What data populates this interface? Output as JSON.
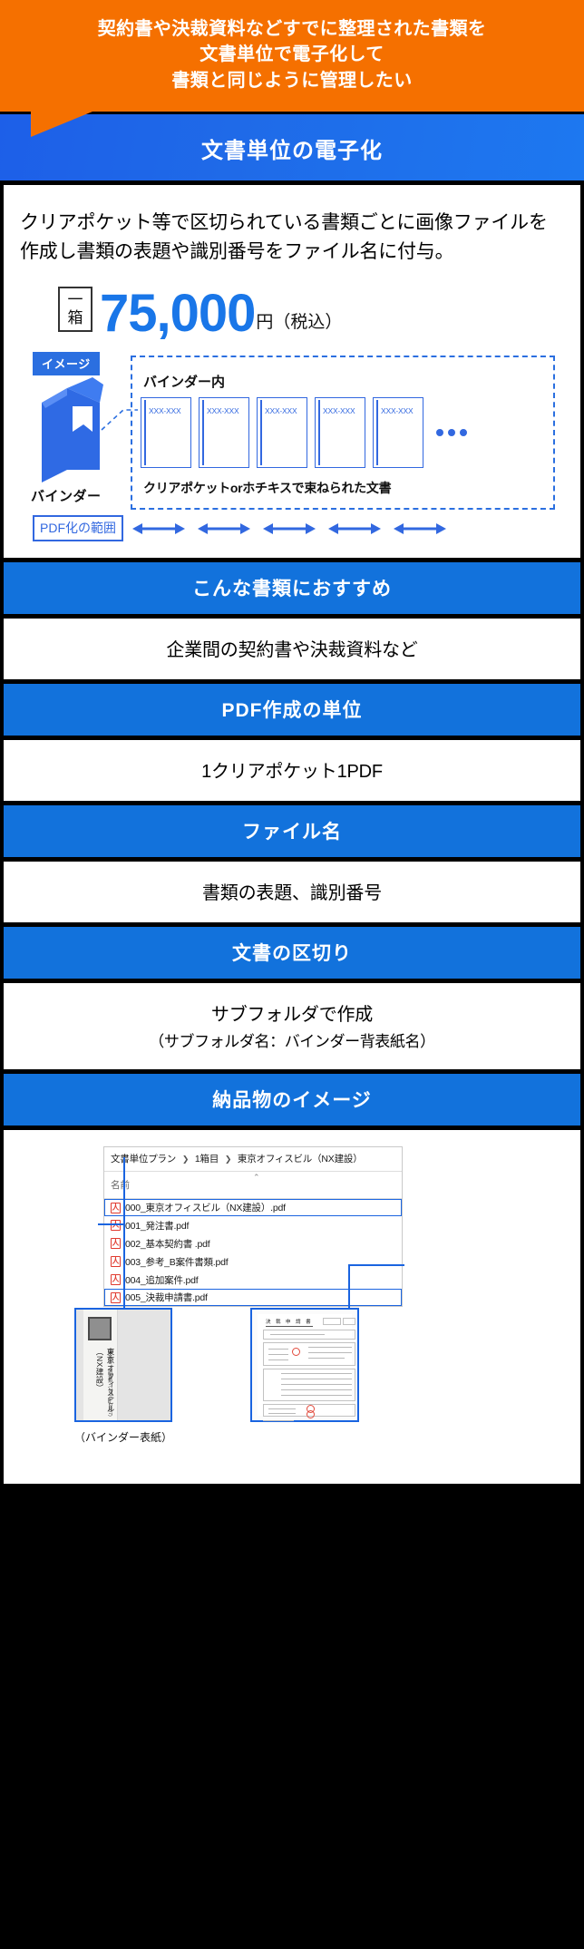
{
  "callout": {
    "lines": [
      "契約書や決裁資料などすでに整理された書類を",
      "文書単位で電子化して",
      "書類と同じように管理したい"
    ]
  },
  "banner": {
    "title": "文書単位の電子化"
  },
  "card": {
    "lead": "クリアポケット等で区切られている書類ごとに画像ファイルを作成し書類の表題や識別番号をファイル名に付与。",
    "price": {
      "badge_line1": "一",
      "badge_line2": "箱",
      "amount": "75,000",
      "unit": "円（税込）"
    },
    "diagram": {
      "image_badge": "イメージ",
      "binder_label": "バインダー",
      "inside_title": "バインダー内",
      "doc_codes": [
        "XXX-XXX",
        "XXX-XXX",
        "XXX-XXX",
        "XXX-XXX",
        "XXX-XXX"
      ],
      "caption": "クリアポケットorホチキスで束ねられた文書",
      "range_label": "PDF化の範囲",
      "arrow_count": 5
    }
  },
  "sections": [
    {
      "head": "こんな書類におすすめ",
      "body_main": "企業間の契約書や決裁資料など",
      "body_sub": ""
    },
    {
      "head": "PDF作成の単位",
      "body_main": "1クリアポケット1PDF",
      "body_sub": ""
    },
    {
      "head": "ファイル名",
      "body_main": "書類の表題、識別番号",
      "body_sub": ""
    },
    {
      "head": "文書の区切り",
      "body_main": "サブフォルダで作成",
      "body_sub": "（サブフォルダ名：バインダー背表紙名）"
    }
  ],
  "deliverable": {
    "head": "納品物のイメージ",
    "explorer": {
      "breadcrumb": [
        "文書単位プラン",
        "1箱目",
        "東京オフィスビル（NX建設）"
      ],
      "separator": "❯",
      "column_header": "名前",
      "sort_caret": "⌃",
      "pdf_icon_glyph": "人",
      "files": [
        {
          "name": "000_東京オフィスビル（NX建設）.pdf",
          "selected": true
        },
        {
          "name": "001_発注書.pdf",
          "selected": false
        },
        {
          "name": "002_基本契約書 .pdf",
          "selected": false
        },
        {
          "name": "003_参考_B案件書類.pdf",
          "selected": false
        },
        {
          "name": "004_追加案件.pdf",
          "selected": false
        },
        {
          "name": "005_決裁申請書.pdf",
          "selected": true
        }
      ]
    },
    "cover_thumb": {
      "spine_title": "東京オフィスビル（NX建設）",
      "spine_sub": "注文書・請書類（2006～2007）",
      "caption": "（バインダー表紙）"
    },
    "doc_thumb": {
      "title": "決 裁 申 請 書"
    }
  },
  "colors": {
    "orange": "#f57000",
    "blue": "#1272dc",
    "banner_blue": "#1d6ae8",
    "price_blue": "#1976e8",
    "diagram_blue": "#3268e0",
    "pdf_red": "#e03a2f",
    "black": "#000000"
  }
}
